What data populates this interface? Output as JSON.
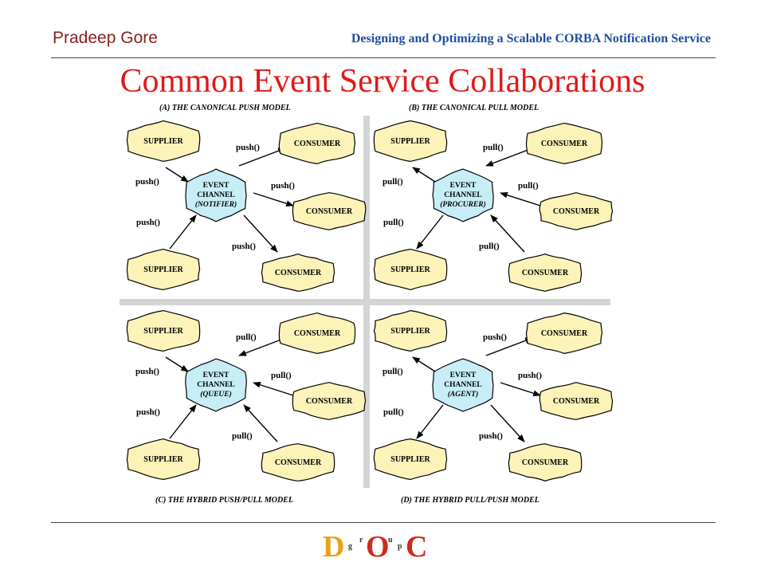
{
  "header": {
    "author": "Pradeep Gore",
    "talk_title": "Designing and Optimizing a Scalable CORBA Notification Service"
  },
  "slide_title": "Common Event Service Collaborations",
  "colors": {
    "author": "#8a2020",
    "talk_title": "#1f4e9c",
    "slide_title": "#e01a1a",
    "node_fill": "#fbf3b8",
    "channel_fill": "#c7eef7"
  },
  "quadrants": [
    {
      "caption": "(A) THE CANONICAL PUSH MODEL",
      "channel": [
        "EVENT",
        "CHANNEL",
        "(NOTIFIER)"
      ],
      "suppliers": [
        {
          "label": "SUPPLIER",
          "call": "push()"
        },
        {
          "label": "SUPPLIER",
          "call": "push()"
        }
      ],
      "consumers": [
        {
          "label": "CONSUMER",
          "call": "push()"
        },
        {
          "label": "CONSUMER",
          "call": "push()"
        },
        {
          "label": "CONSUMER",
          "call": "push()"
        }
      ]
    },
    {
      "caption": "(B) THE CANONICAL PULL MODEL",
      "channel": [
        "EVENT",
        "CHANNEL",
        "(PROCURER)"
      ],
      "suppliers": [
        {
          "label": "SUPPLIER",
          "call": "pull()"
        },
        {
          "label": "SUPPLIER",
          "call": "pull()"
        }
      ],
      "consumers": [
        {
          "label": "CONSUMER",
          "call": "pull()"
        },
        {
          "label": "CONSUMER",
          "call": "pull()"
        },
        {
          "label": "CONSUMER",
          "call": "pull()"
        }
      ]
    },
    {
      "caption": "(C) THE HYBRID PUSH/PULL MODEL",
      "channel": [
        "EVENT",
        "CHANNEL",
        "(QUEUE)"
      ],
      "suppliers": [
        {
          "label": "SUPPLIER",
          "call": "push()"
        },
        {
          "label": "SUPPLIER",
          "call": "push()"
        }
      ],
      "consumers": [
        {
          "label": "CONSUMER",
          "call": "pull()"
        },
        {
          "label": "CONSUMER",
          "call": "pull()"
        },
        {
          "label": "CONSUMER",
          "call": "pull()"
        }
      ]
    },
    {
      "caption": "(D) THE HYBRID PULL/PUSH MODEL",
      "channel": [
        "EVENT",
        "CHANNEL",
        "(AGENT)"
      ],
      "suppliers": [
        {
          "label": "SUPPLIER",
          "call": "pull()"
        },
        {
          "label": "SUPPLIER",
          "call": "pull()"
        }
      ],
      "consumers": [
        {
          "label": "CONSUMER",
          "call": "push()"
        },
        {
          "label": "CONSUMER",
          "call": "push()"
        },
        {
          "label": "CONSUMER",
          "call": "push()"
        }
      ]
    }
  ],
  "logo": {
    "letters": [
      "D",
      "g",
      "r",
      "O",
      "u",
      "p",
      "C"
    ]
  }
}
